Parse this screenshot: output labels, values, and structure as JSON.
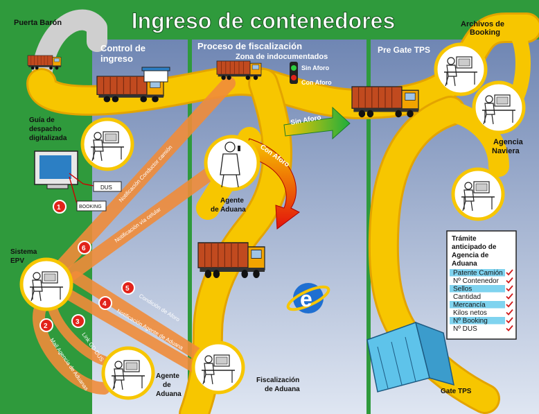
{
  "title": "Ingreso de contenedores",
  "labels": {
    "puerta_baron": "Puerta Barón",
    "control_ingreso_1": "Control de",
    "control_ingreso_2": "ingreso",
    "proceso_fiscalizacion": "Proceso de fiscalización",
    "zona_indocumentados": "Zona de indocumentados",
    "sin_aforo": "Sin Aforo",
    "con_aforo": "Con Aforo",
    "arrow_sin_aforo": "Sin Aforo",
    "arrow_con_aforo": "Con Aforo",
    "pre_gate": "Pre Gate TPS",
    "archivos_1": "Archivos de",
    "archivos_2": "Booking",
    "agencia_naviera_1": "Agencia",
    "agencia_naviera_2": "Naviera",
    "guia_1": "Guía de",
    "guia_2": "despacho",
    "guia_3": "digitalizada",
    "dus": "DUS",
    "booking": "BOOKING",
    "agente_aduana_top_1": "Agente",
    "agente_aduana_top_2": "de Aduana",
    "sistema_1": "Sistema",
    "sistema_2": "EPV",
    "agente_aduana_bottom_1": "Agente",
    "agente_aduana_bottom_2": "de",
    "agente_aduana_bottom_3": "Aduana",
    "fiscalizacion_1": "Fiscalización",
    "fiscalizacion_2": "de Aduana",
    "gate_tps": "Gate TPS"
  },
  "flows": [
    {
      "num": "1",
      "text": "Notificación Conductor camión"
    },
    {
      "num": "2",
      "text": "Mail Agencia de Aduanas"
    },
    {
      "num": "3",
      "text": "Link GD-DUS"
    },
    {
      "num": "4",
      "text": "Notificación Agente de Aduana"
    },
    {
      "num": "5",
      "text": "Condición de Aforo"
    },
    {
      "num": "6",
      "text": "Notificación vía celular"
    }
  ],
  "checklist": {
    "title_lines": [
      "Trámite",
      "anticipado de",
      "Agencia de",
      "Aduana"
    ],
    "items": [
      "Patente Camión",
      "Nº Contenedor",
      "Sellos",
      "Cantidad",
      "Mercancía",
      "Kilos netos",
      "Nº Booking",
      "Nº DUS"
    ]
  },
  "colors": {
    "background": "#2f9a3c",
    "road": "#f7c600",
    "road_edge": "#e3a400",
    "column": "#8ea3c5",
    "flow": "#f08c3a",
    "flow_badge": "#e2231a",
    "title": "#ffffff"
  },
  "icons": [
    "truck-icon",
    "computer-user-icon",
    "person-phone-icon",
    "traffic-light-icon",
    "internet-explorer-icon",
    "gate-icon",
    "document-icon",
    "check-icon"
  ]
}
